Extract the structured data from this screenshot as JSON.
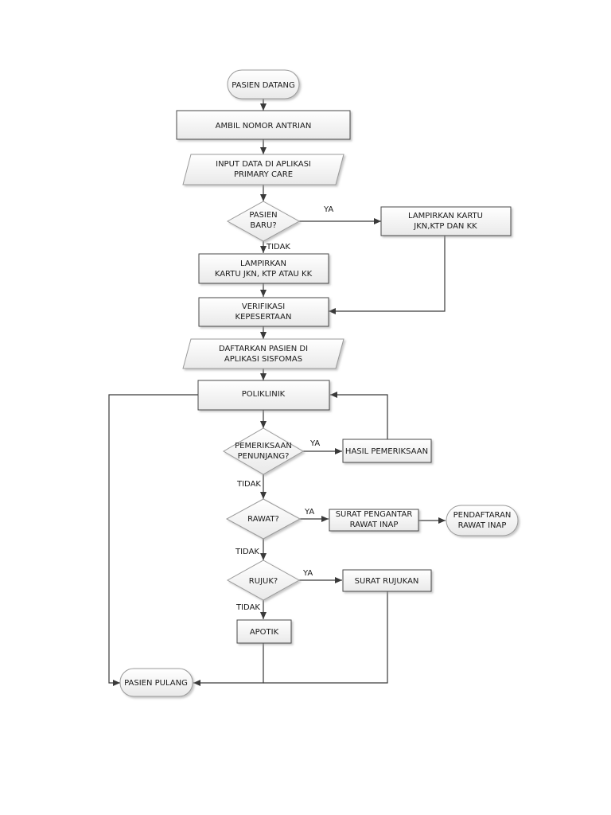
{
  "nodes": {
    "start": [
      "PASIEN DATANG"
    ],
    "queue": [
      "AMBIL NOMOR ANTRIAN"
    ],
    "input_primary_care": [
      "INPUT DATA DI APLIKASI",
      "PRIMARY CARE"
    ],
    "new_patient_q": [
      "PASIEN",
      "BARU?"
    ],
    "attach_cards_new": [
      "LAMPIRKAN KARTU",
      "JKN,KTP DAN KK"
    ],
    "attach_cards": [
      "LAMPIRKAN",
      "KARTU JKN, KTP ATAU KK"
    ],
    "verify": [
      "VERIFIKASI",
      "KEPESERTAAN"
    ],
    "register_sisfomas": [
      "DAFTARKAN PASIEN DI",
      "APLIKASI SISFOMAS"
    ],
    "poliklinik": [
      "POLIKLINIK"
    ],
    "support_exam_q": [
      "PEMERIKSAAN",
      "PENUNJANG?"
    ],
    "exam_result": [
      "HASIL PEMERIKSAAN"
    ],
    "inpatient_q": [
      "RAWAT?"
    ],
    "inpatient_letter": [
      "SURAT PENGANTAR",
      "RAWAT INAP"
    ],
    "inpatient_reg": [
      "PENDAFTARAN",
      "RAWAT INAP"
    ],
    "referral_q": [
      "RUJUK?"
    ],
    "referral_letter": [
      "SURAT RUJUKAN"
    ],
    "pharmacy": [
      "APOTIK"
    ],
    "end": [
      "PASIEN PULANG"
    ]
  },
  "edge_labels": {
    "new_yes": "YA",
    "new_no": "TIDAK",
    "exam_yes": "YA",
    "exam_no": "TIDAK",
    "inpatient_yes": "YA",
    "inpatient_no": "TIDAK",
    "referral_yes": "YA",
    "referral_no": "TIDAK"
  }
}
